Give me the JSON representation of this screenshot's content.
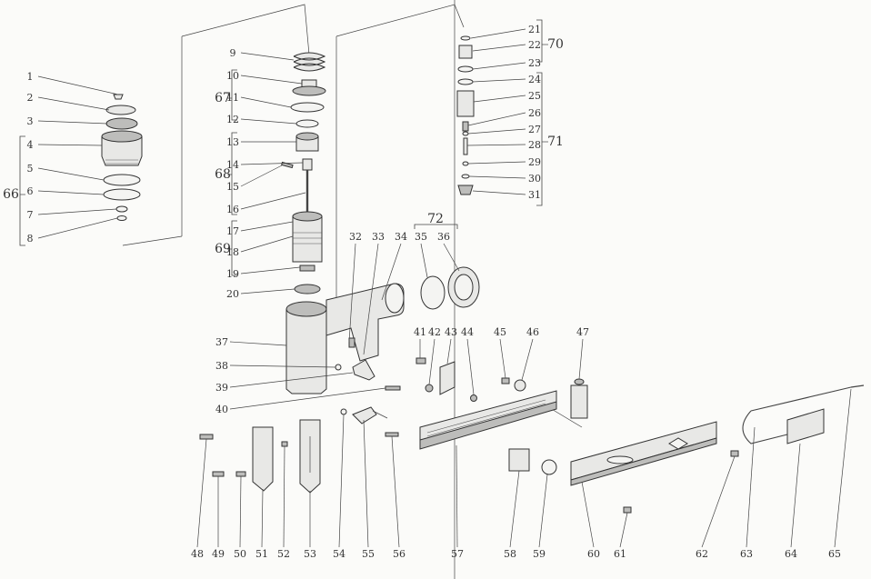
{
  "diagram": {
    "part_numbers": [
      "1",
      "2",
      "3",
      "4",
      "5",
      "6",
      "7",
      "8",
      "9",
      "10",
      "11",
      "12",
      "13",
      "14",
      "15",
      "16",
      "17",
      "18",
      "19",
      "20",
      "21",
      "22",
      "23",
      "24",
      "25",
      "26",
      "27",
      "28",
      "29",
      "30",
      "31",
      "32",
      "33",
      "34",
      "35",
      "36",
      "37",
      "38",
      "39",
      "40",
      "41",
      "42",
      "43",
      "44",
      "45",
      "46",
      "47",
      "48",
      "49",
      "50",
      "51",
      "52",
      "53",
      "54",
      "55",
      "56",
      "57",
      "58",
      "59",
      "60",
      "61",
      "62",
      "63",
      "64",
      "65"
    ],
    "group_numbers": [
      "66",
      "67",
      "68",
      "69",
      "70",
      "71",
      "72"
    ]
  }
}
